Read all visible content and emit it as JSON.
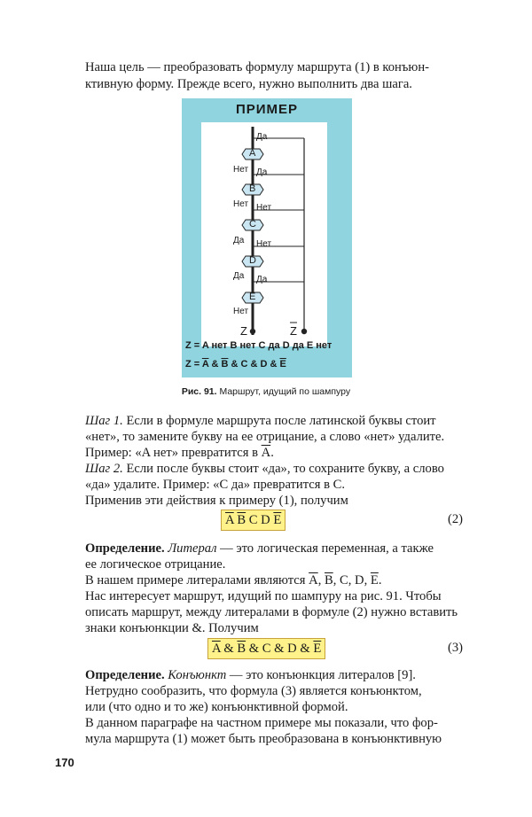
{
  "intro": {
    "line1": "Наша цель — преобразовать формулу маршрута (1) в конъюн-",
    "line2": "ктивную форму. Прежде всего, нужно выполнить два шага."
  },
  "figure": {
    "title": "ПРИМЕР",
    "nodes": [
      "A",
      "B",
      "C",
      "D",
      "E"
    ],
    "labels": {
      "A_yes": "Да",
      "A_no": "Нет",
      "B_yes": "Да",
      "B_no": "Нет",
      "C_no": "Нет",
      "C_yes": "Да",
      "D_no": "Нет",
      "D_yes": "Да",
      "E_yes": "Да",
      "E_no": "Нет"
    },
    "z_left": "Z",
    "z_right": "Z",
    "formula1": "Z = A нет B нет C да D да E нет",
    "formula2_prefix": "Z = ",
    "formula2_a": "A",
    "formula2_amp1": " & ",
    "formula2_b": "B",
    "formula2_mid": " & C & D & ",
    "formula2_e": "E",
    "caption_bold": "Рис. 91.",
    "caption_text": " Маршрут, идущий по шампуру"
  },
  "step1": {
    "label": "Шаг 1.",
    "line1_rest": " Если в формуле маршрута после латинской буквы стоит",
    "line2": "«нет», то замените букву на ее отрицание, а слово «нет» удалите.",
    "line3_prefix": "Пример: «A нет» превратится в ",
    "line3_letter": "A",
    "line3_suffix": "."
  },
  "step2": {
    "label": "Шаг 2.",
    "line1_rest": " Если после буквы стоит «да», то сохраните букву, а слово",
    "line2": "«да» удалите. Пример: «C да» превратится в C."
  },
  "apply": "Применив эти действия к примеру (1), получим",
  "formula2": {
    "a": "A",
    "sp1": " ",
    "b": "B",
    "rest": " C D ",
    "e": "E",
    "number": "(2)"
  },
  "definition1": {
    "bold": "Определение.",
    "italic": " Литерал",
    "rest": " — это логическая переменная, а также",
    "line2": "ее логическое отрицание."
  },
  "literals": {
    "prefix": "В нашем примере литералами являются ",
    "a": "A",
    "sep1": ", ",
    "b": "B",
    "mid": ", C, D, ",
    "e": "E",
    "suffix": "."
  },
  "para_route": {
    "line1": "Нас интересует маршрут, идущий по шампуру на рис. 91. Чтобы",
    "line2": "описать маршрут, между литералами в формуле (2) нужно вставить",
    "line3": "знаки конъюнкции &. Получим"
  },
  "formula3": {
    "a": "A",
    "amp1": " & ",
    "b": "B",
    "rest": " & C & D & ",
    "e": "E",
    "number": "(3)"
  },
  "definition2": {
    "bold": "Определение.",
    "italic": " Конъюнкт",
    "rest": " — это конъюнкция литералов [9]."
  },
  "para_conj": {
    "line1": "Нетрудно сообразить, что формула (3) является конъюнктом,",
    "line2": "или (что одно и то же) конъюнктивной формой."
  },
  "para_final": {
    "line1": "В данном параграфе на частном примере мы показали, что фор-",
    "line2": "мула маршрута (1) может быть преобразована в конъюнктивную"
  },
  "page_number": "170"
}
